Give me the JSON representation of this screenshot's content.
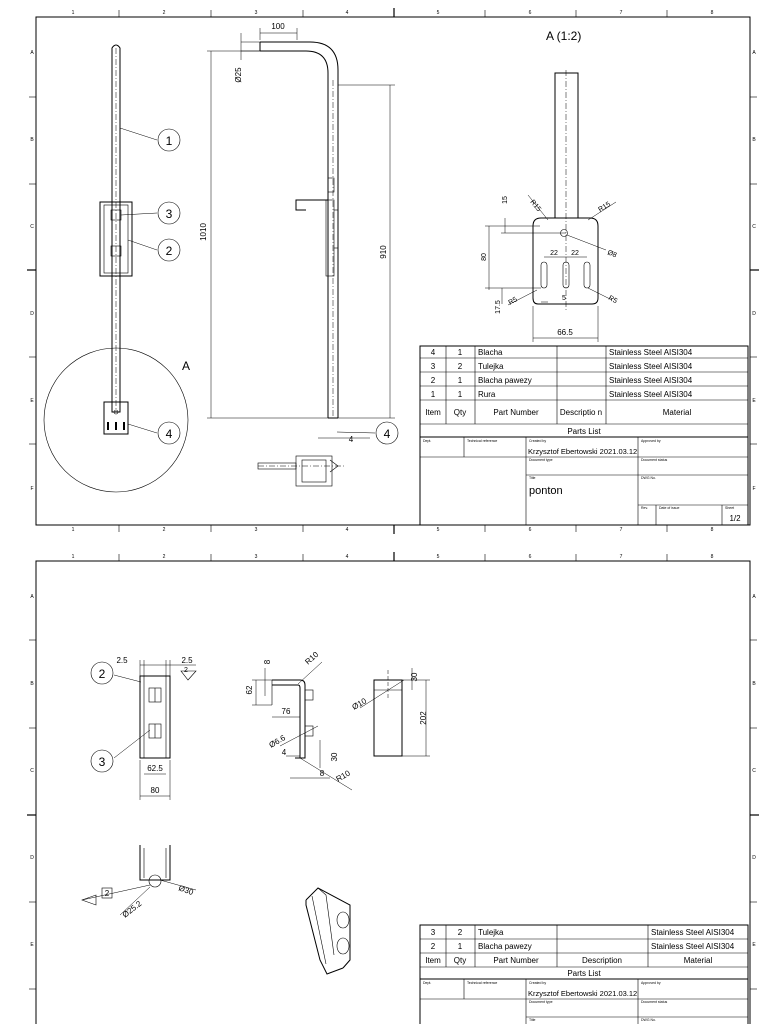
{
  "sheet_ruler": {
    "columns": [
      "1",
      "2",
      "3",
      "4",
      "5",
      "6",
      "7",
      "8"
    ],
    "rows": [
      "A",
      "B",
      "C",
      "D",
      "E",
      "F"
    ]
  },
  "sheet1": {
    "balloons": [
      "1",
      "3",
      "2",
      "4",
      "4"
    ],
    "view_label": "A",
    "detail_title": "A (1:2)",
    "dims": {
      "d100": "100",
      "d25": "Ø25",
      "d1010": "1010",
      "d910": "910",
      "d4": "4",
      "d15": "15",
      "r15a": "R15",
      "r15b": "R15",
      "d8": "Ø8",
      "d22a": "22",
      "d22b": "22",
      "d80": "80",
      "d175": "17.5",
      "r5a": "R5",
      "d5": "5",
      "r5b": "R5",
      "d665": "66.5"
    },
    "parts_list": {
      "title": "Parts List",
      "headers": [
        "Item",
        "Qty",
        "Part Number",
        "Descriptio n",
        "Material"
      ],
      "rows": [
        [
          "4",
          "1",
          "Blacha",
          "",
          "Stainless Steel AISI304"
        ],
        [
          "3",
          "2",
          "Tulejka",
          "",
          "Stainless Steel AISI304"
        ],
        [
          "2",
          "1",
          "Blacha pawezy",
          "",
          "Stainless Steel AISI304"
        ],
        [
          "1",
          "1",
          "Rura",
          "",
          "Stainless Steel AISI304"
        ]
      ]
    },
    "title_block": {
      "dept": "Dept.",
      "tech_ref": "Technical reference",
      "created_by_label": "Created by",
      "created_by": "Krzysztof Ebertowski 2021.03.12",
      "approved_by_label": "Approved by",
      "doc_type_label": "Document type",
      "doc_status_label": "Document status",
      "title_label": "Title",
      "title": "ponton",
      "dwg_label": "DWG No.",
      "rev_label": "Rev.",
      "date_label": "Date of issue",
      "sheet_label": "Sheet",
      "sheet": "1/2"
    }
  },
  "sheet2": {
    "balloons": [
      "2",
      "3"
    ],
    "dims": {
      "d25a": "2.5",
      "d25b": "2.5",
      "d2": "2",
      "d625": "62.5",
      "d80": "80",
      "d8a": "8",
      "r10a": "R10",
      "d62": "62",
      "d76": "76",
      "d66": "Ø6.6",
      "d4": "4",
      "d30a": "30",
      "d8b": "8",
      "r10b": "R10",
      "d10": "Ø10",
      "d30b": "30",
      "d202": "202",
      "box2": "2",
      "d252": "Ø25.2",
      "d30c": "Ø30"
    },
    "parts_list": {
      "title": "Parts List",
      "headers": [
        "Item",
        "Qty",
        "Part Number",
        "Description",
        "Material"
      ],
      "rows": [
        [
          "3",
          "2",
          "Tulejka",
          "",
          "Stainless Steel AISI304"
        ],
        [
          "2",
          "1",
          "Blacha pawezy",
          "",
          "Stainless Steel AISI304"
        ]
      ]
    },
    "title_block": {
      "dept": "Dept.",
      "tech_ref": "Technical reference",
      "created_by_label": "Created by",
      "created_by": "Krzysztof Ebertowski 2021.03.12",
      "approved_by_label": "Approved by",
      "doc_type_label": "Document type",
      "doc_status_label": "Document status",
      "title_label": "Title",
      "dwg_label": "DWG No."
    }
  }
}
